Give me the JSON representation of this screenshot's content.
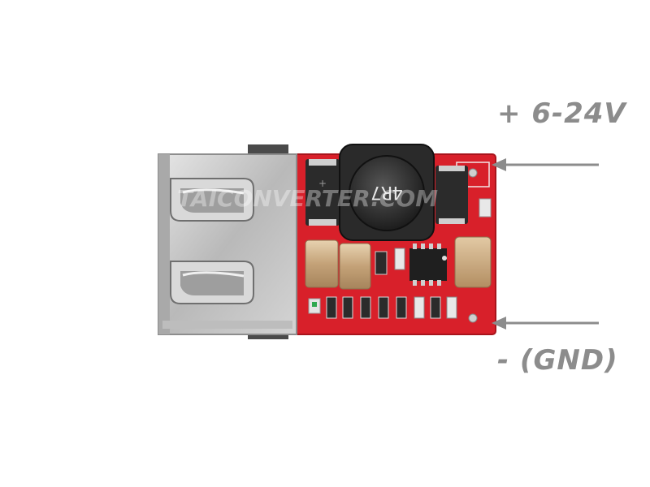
{
  "labels": {
    "positive": "+ 6-24V",
    "negative": "- (GND)",
    "watermark": "TAICONVERTER.COM",
    "inductor_marking": "4R7"
  },
  "colors": {
    "label_text": "#8c8c8c",
    "arrow": "#8c8c8c",
    "pcb": "#d8202a",
    "usb_metal": "#c8c8c8",
    "inductor": "#2a2a2a",
    "capacitor": "#cdb08a"
  },
  "icons": {
    "arrow": "left-arrow-icon"
  }
}
